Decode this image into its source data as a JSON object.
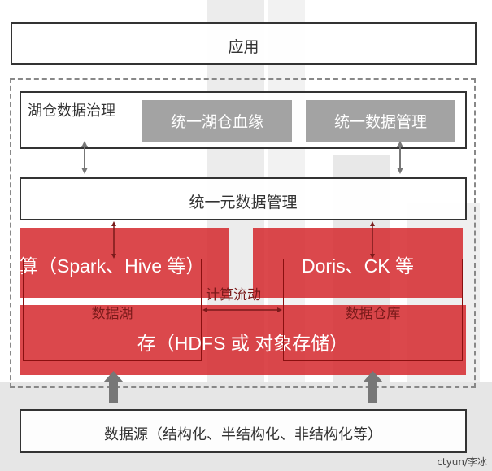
{
  "app": {
    "title": "应用"
  },
  "governance": {
    "title": "湖仓数据治理",
    "lineage": "统一湖仓血缘",
    "data_management": "统一数据管理"
  },
  "metadata": {
    "label": "统一元数据管理"
  },
  "compute": {
    "left": "算（Spark、Hive 等）",
    "right": "Doris、CK 等"
  },
  "flow": {
    "label": "计算流动"
  },
  "storage": {
    "lake": "数据湖",
    "warehouse": "数据仓库",
    "main": "存（HDFS 或 对象存储）"
  },
  "source": {
    "label": "数据源（结构化、半结构化、非结构化等）"
  },
  "watermark": "ctyun/李冰",
  "colors": {
    "red": "#d5282d",
    "gray": "#a3a3a3",
    "arrow_gray": "#777777",
    "dashed_border": "#888888"
  },
  "icons": [
    "double-arrow-icon",
    "up-arrow-icon"
  ]
}
